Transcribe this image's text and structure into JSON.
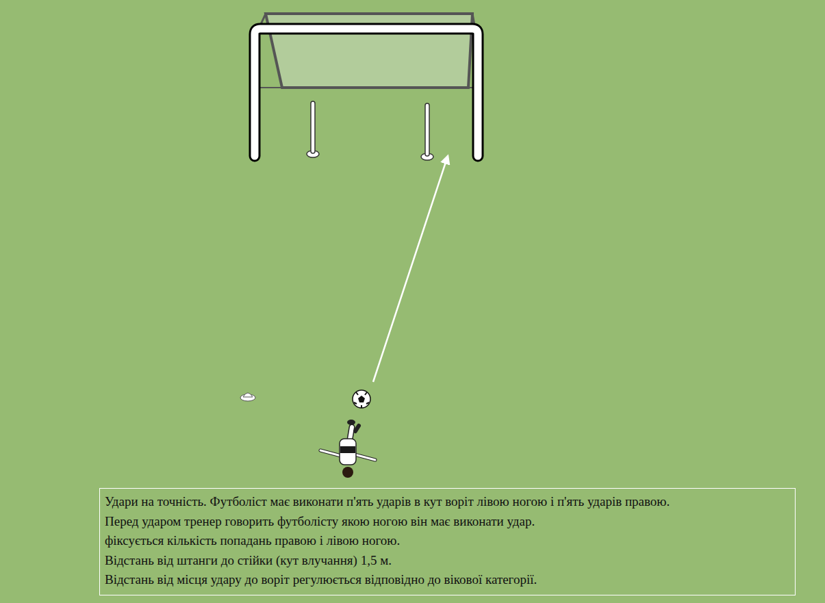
{
  "diagram": {
    "nodes": [
      {
        "text": [
          "Удари на точність. Футболіст має виконати п'ять ударів в кут воріт лівою ногою і п'ять ударів правою.",
          "Перед ударом тренер говорить футболісту якою ногою він має виконати удар.",
          "фіксується кількість попадань правою і лівою ногою.",
          "Відстань від штанги до стійки (кут влучання) 1,5 м.",
          "Відстань від місця удару до воріт регулюється відповідно до вікової категорії."
        ]
      }
    ]
  }
}
